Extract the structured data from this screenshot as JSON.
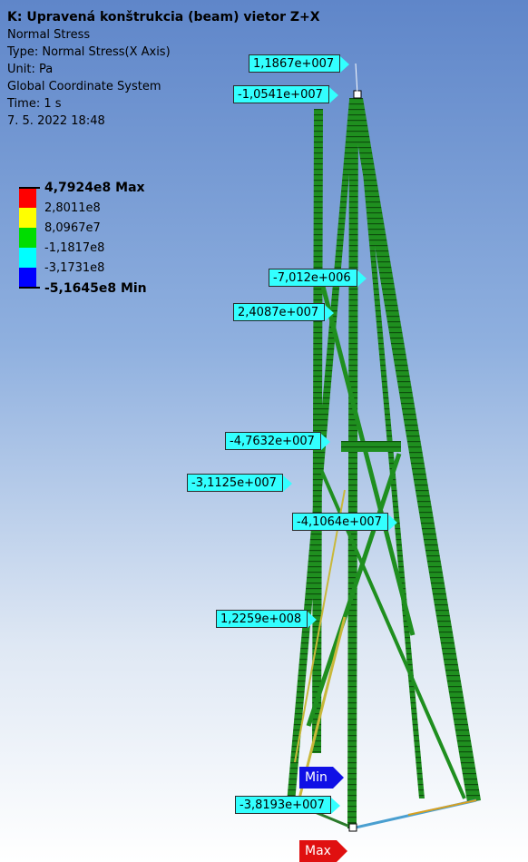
{
  "header": {
    "title": "K: Upravená konštrukcia (beam) vietor Z+X",
    "result": "Normal Stress",
    "type": "Type: Normal Stress(X Axis)",
    "unit": "Unit: Pa",
    "coordinate_system": "Global Coordinate System",
    "time": "Time: 1 s",
    "date": "7. 5. 2022 18:48"
  },
  "legend": {
    "entries": [
      {
        "label": "4,7924e8 Max",
        "bold": true
      },
      {
        "label": "2,8011e8",
        "bold": false
      },
      {
        "label": "8,0967e7",
        "bold": false
      },
      {
        "label": "-1,1817e8",
        "bold": false
      },
      {
        "label": "-3,1731e8",
        "bold": false
      },
      {
        "label": "-5,1645e8 Min",
        "bold": true
      }
    ],
    "colors": [
      "#ff0000",
      "#ffff00",
      "#00dd00",
      "#00ffff",
      "#0000ff"
    ]
  },
  "probes": [
    {
      "value": "1,1867e+007"
    },
    {
      "value": "-1,0541e+007"
    },
    {
      "value": "-7,012e+006"
    },
    {
      "value": "2,4087e+007"
    },
    {
      "value": "-4,7632e+007"
    },
    {
      "value": "-3,1125e+007"
    },
    {
      "value": "-4,1064e+007"
    },
    {
      "value": "1,2259e+008"
    },
    {
      "value": "-3,8193e+007"
    }
  ],
  "markers": {
    "min_label": "Min",
    "max_label": "Max"
  },
  "colors": {
    "beam": "#1e8a1e",
    "probe_bg": "#33ffff",
    "min_tag": "#1010e6",
    "max_tag": "#e01010"
  }
}
